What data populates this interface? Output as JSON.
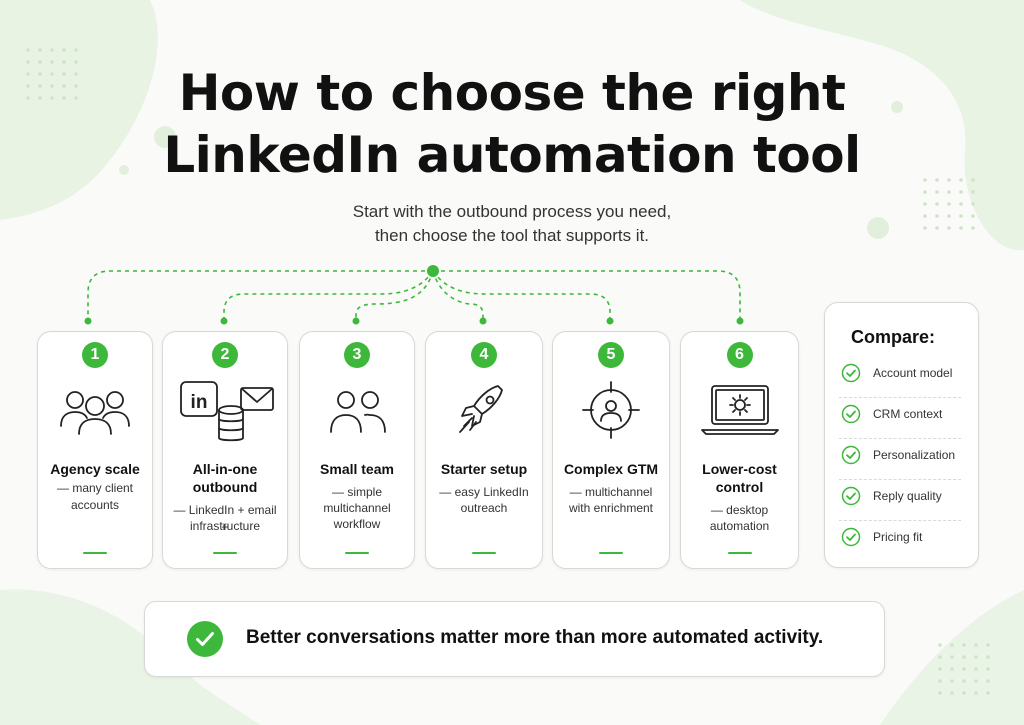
{
  "title": {
    "line1": "How to choose the right",
    "line2": "LinkedIn automation tool"
  },
  "subtitle": {
    "line1": "Start with the outbound process you need,",
    "line2": "then choose the tool that supports it."
  },
  "colors": {
    "accent": "#3db83b",
    "background": "#fafbf9",
    "blob": "#e5f3e0"
  },
  "cards": [
    {
      "number": "1",
      "icon": "team-icon",
      "title": "Agency scale",
      "desc1": "— many client",
      "desc2": "accounts"
    },
    {
      "number": "2",
      "icon": "linkedin-email-database-icon",
      "title1": "All-in-one",
      "title2": "outbound",
      "desc1": "— LinkedIn + email +",
      "desc2": "infrastructure"
    },
    {
      "number": "3",
      "icon": "small-team-icon",
      "title": "Small team",
      "desc1": "— simple",
      "desc2": "multichannel",
      "desc3": "workflow"
    },
    {
      "number": "4",
      "icon": "rocket-icon",
      "title": "Starter setup",
      "desc1": "— easy LinkedIn",
      "desc2": "outreach"
    },
    {
      "number": "5",
      "icon": "target-person-icon",
      "title": "Complex GTM",
      "desc1": "— multichannel",
      "desc2": "with enrichment"
    },
    {
      "number": "6",
      "icon": "laptop-gear-icon",
      "title1": "Lower-cost",
      "title2": "control",
      "desc1": "— desktop",
      "desc2": "automation"
    }
  ],
  "compare": {
    "title": "Compare:",
    "items": [
      "Account model",
      "CRM context",
      "Personalization",
      "Reply quality",
      "Pricing fit"
    ]
  },
  "banner": {
    "text": "Better conversations matter more than more automated activity."
  }
}
